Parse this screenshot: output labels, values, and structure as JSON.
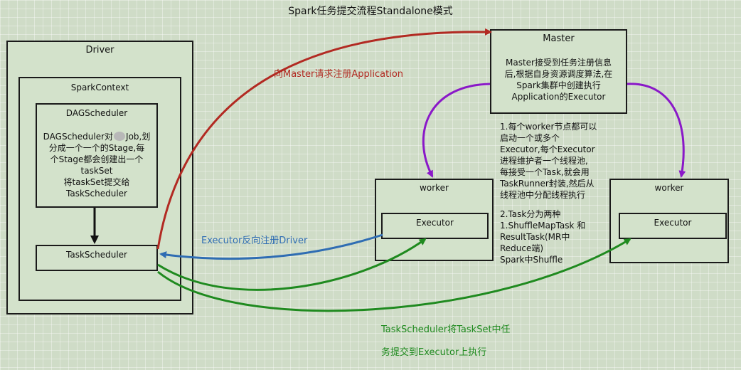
{
  "title": "Spark任务提交流程Standalone模式",
  "driver": {
    "label": "Driver"
  },
  "sparkcontext": {
    "label": "SparkContext"
  },
  "dagscheduler": {
    "label": "DAGScheduler",
    "desc_line1": "DAGScheduler对",
    "desc_line1b": "Job,划",
    "desc_line2": "分成一个一个的Stage,每",
    "desc_line3": "个Stage都会创建出一个",
    "desc_line4": "taskSet",
    "desc_line5": "将taskSet提交给",
    "desc_line6": "TaskScheduler"
  },
  "taskscheduler": {
    "label": "TaskScheduler"
  },
  "master": {
    "label": "Master",
    "desc_line1": "Master接受到任务注册信息",
    "desc_line2": "后,根据自身资源调度算法,在",
    "desc_line3": "Spark集群中创建执行",
    "desc_line4": "Application的Executor"
  },
  "worker1": {
    "label": "worker",
    "executor_label": "Executor"
  },
  "worker2": {
    "label": "worker",
    "executor_label": "Executor"
  },
  "notes": {
    "worker_note": "1.每个worker节点都可以\n启动一个或多个\nExecutor,每个Executor\n进程维护者一个线程池,\n每接受一个Task,就会用\nTaskRunner封装,然后从\n线程池中分配线程执行",
    "task_note": "2.Task分为两种\n1.ShuffleMapTask 和\nResultTask(MR中\nReduce端)\nSpark中Shuffle"
  },
  "arrows": {
    "register_app": "向Master请求注册Application",
    "executor_register": "Executor反向注册Driver",
    "submit_taskset_line1": "TaskScheduler将TaskSet中任",
    "submit_taskset_line2": "务提交到Executor上执行"
  },
  "colors": {
    "red": "#b22a22",
    "blue": "#2f6db3",
    "green": "#1f8a1f",
    "purple": "#8a18c8"
  }
}
